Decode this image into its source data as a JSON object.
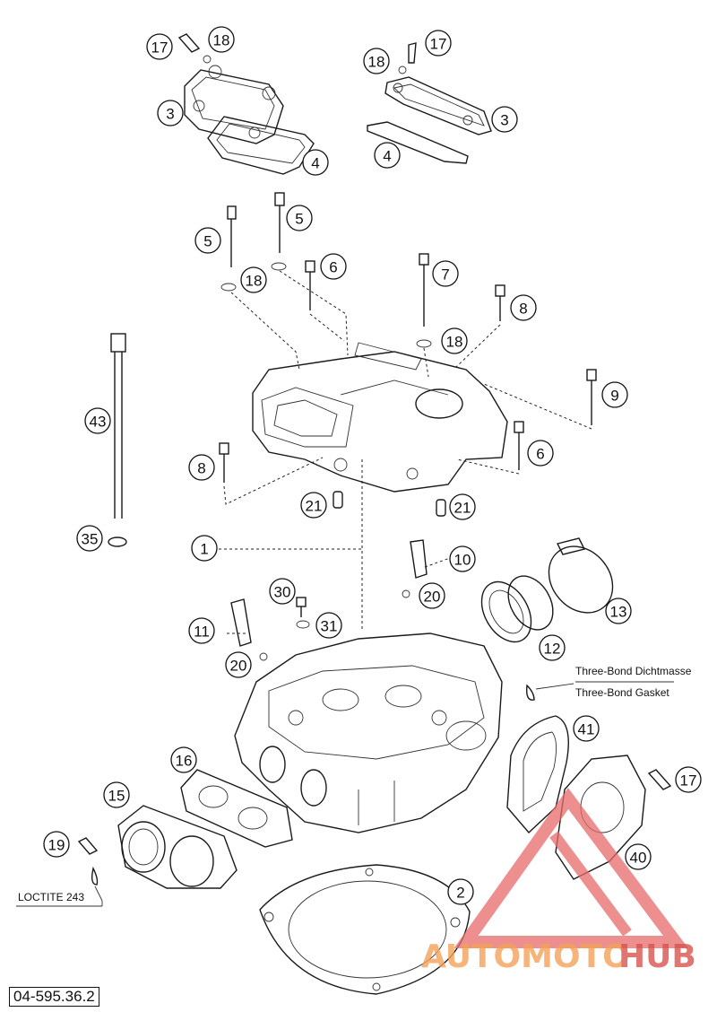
{
  "callouts": [
    {
      "label": "17"
    },
    {
      "label": "18"
    },
    {
      "label": "3"
    },
    {
      "label": "4"
    },
    {
      "label": "18"
    },
    {
      "label": "17"
    },
    {
      "label": "3"
    },
    {
      "label": "4"
    },
    {
      "label": "5"
    },
    {
      "label": "5"
    },
    {
      "label": "18"
    },
    {
      "label": "6"
    },
    {
      "label": "7"
    },
    {
      "label": "8"
    },
    {
      "label": "18"
    },
    {
      "label": "9"
    },
    {
      "label": "43"
    },
    {
      "label": "8"
    },
    {
      "label": "6"
    },
    {
      "label": "21"
    },
    {
      "label": "21"
    },
    {
      "label": "35"
    },
    {
      "label": "1"
    },
    {
      "label": "10"
    },
    {
      "label": "20"
    },
    {
      "label": "13"
    },
    {
      "label": "30"
    },
    {
      "label": "11"
    },
    {
      "label": "31"
    },
    {
      "label": "20"
    },
    {
      "label": "12"
    },
    {
      "label": "41"
    },
    {
      "label": "16"
    },
    {
      "label": "17"
    },
    {
      "label": "15"
    },
    {
      "label": "19"
    },
    {
      "label": "40"
    },
    {
      "label": "2"
    }
  ],
  "notes": {
    "sealant_de": "Three-Bond Dichtmasse",
    "sealant_en": "Three-Bond Gasket",
    "loctite": "LOCTITE 243"
  },
  "document_number": "04-595.36.2",
  "watermark": {
    "text_a": "AUTOMOTO",
    "text_b": "HUB",
    "color_a": "#f4a259",
    "color_b": "#d9534f",
    "triangle_color": "#e86a6a"
  }
}
